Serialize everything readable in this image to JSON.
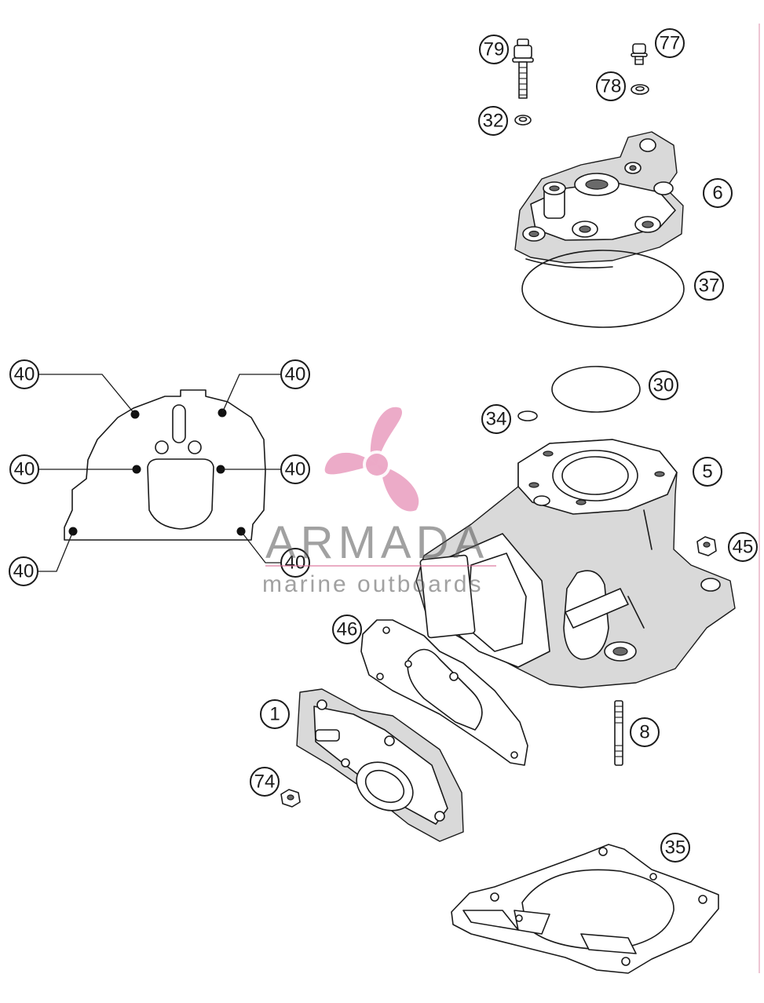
{
  "callouts": [
    {
      "id": "c79",
      "label": "79"
    },
    {
      "id": "c77",
      "label": "77"
    },
    {
      "id": "c78",
      "label": "78"
    },
    {
      "id": "c32",
      "label": "32"
    },
    {
      "id": "c6",
      "label": "6"
    },
    {
      "id": "c37",
      "label": "37"
    },
    {
      "id": "c30",
      "label": "30"
    },
    {
      "id": "c34",
      "label": "34"
    },
    {
      "id": "c5",
      "label": "5"
    },
    {
      "id": "c45",
      "label": "45"
    },
    {
      "id": "c46",
      "label": "46"
    },
    {
      "id": "c1",
      "label": "1"
    },
    {
      "id": "c8",
      "label": "8"
    },
    {
      "id": "c74",
      "label": "74"
    },
    {
      "id": "c35",
      "label": "35"
    },
    {
      "id": "c40a",
      "label": "40"
    },
    {
      "id": "c40b",
      "label": "40"
    },
    {
      "id": "c40c",
      "label": "40"
    },
    {
      "id": "c40d",
      "label": "40"
    },
    {
      "id": "c40e",
      "label": "40"
    },
    {
      "id": "c40f",
      "label": "40"
    }
  ],
  "watermark": {
    "brand": "ARMADA",
    "tagline": "marine outboards",
    "logo_icon": "propeller-icon",
    "logo_color": "#e58fb6"
  }
}
